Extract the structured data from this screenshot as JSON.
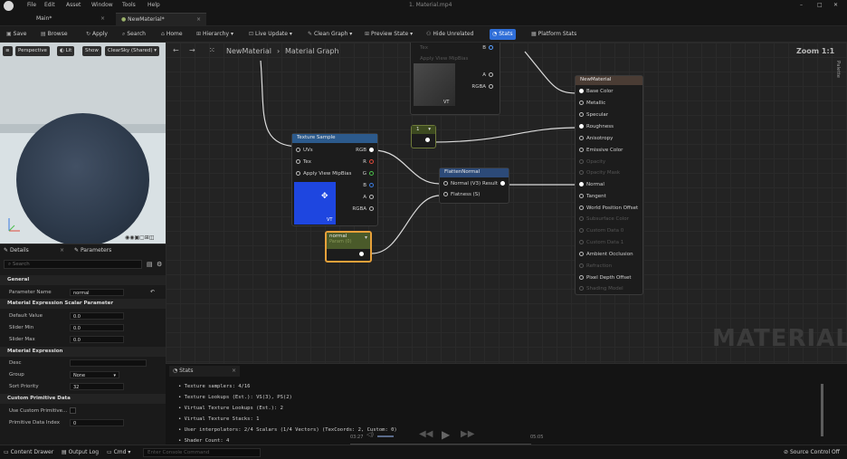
{
  "menubar": {
    "items": [
      "File",
      "Edit",
      "Asset",
      "Window",
      "Tools",
      "Help"
    ],
    "doc_title": "1. Material.mp4"
  },
  "tabs": [
    "Main*",
    "NewMaterial*"
  ],
  "toolbar": {
    "save": "Save",
    "browse": "Browse",
    "apply": "Apply",
    "search": "Search",
    "home": "Home",
    "hierarchy": "Hierarchy",
    "live_update": "Live Update",
    "clean_graph": "Clean Graph",
    "preview_state": "Preview State",
    "hide_unrelated": "Hide Unrelated",
    "stats": "Stats",
    "platform_stats": "Platform Stats"
  },
  "viewport": {
    "perspective": "Perspective",
    "lit": "Lit",
    "show": "Show",
    "sky": "ClearSky (Shared)"
  },
  "details": {
    "tab_details": "Details",
    "tab_parameters": "Parameters",
    "search_placeholder": "Search",
    "sections": {
      "general": "General",
      "scalar": "Material Expression Scalar Parameter",
      "expression": "Material Expression",
      "custom": "Custom Primitive Data"
    },
    "props": {
      "parameter_name": "Parameter Name",
      "parameter_name_value": "normal",
      "default_value": "Default Value",
      "default_value_value": "0.0",
      "slider_min": "Slider Min",
      "slider_min_value": "0.0",
      "slider_max": "Slider Max",
      "slider_max_value": "0.0",
      "desc": "Desc",
      "group": "Group",
      "group_value": "None",
      "sort_priority": "Sort Priority",
      "sort_priority_value": "32",
      "use_custom_primitive": "Use Custom Primitive...",
      "primitive_data_index": "Primitive Data Index",
      "primitive_data_index_value": "0"
    }
  },
  "graph": {
    "breadcrumb_root": "NewMaterial",
    "breadcrumb_leaf": "Material Graph",
    "zoom": "Zoom 1:1",
    "watermark": "MATERIAL",
    "palette": "Palette",
    "top_node": {
      "tex": "Tex",
      "apply_mip": "Apply View MipBias",
      "pins": [
        "B",
        "A",
        "RGBA"
      ],
      "badge": "VT"
    },
    "texture_sample": {
      "title": "Texture Sample",
      "inputs": [
        "UVs",
        "Tex",
        "Apply View MipBias"
      ],
      "outputs": [
        "RGB",
        "R",
        "G",
        "B",
        "A",
        "RGBA"
      ],
      "badge": "VT"
    },
    "constant_node": {
      "value": "1"
    },
    "flatten_normal": {
      "title": "FlattenNormal",
      "inputs": [
        "Normal (V3)",
        "Flatness (S)"
      ],
      "output": "Result"
    },
    "param_node": {
      "title": "normal",
      "subtitle": "Param (0)"
    },
    "result_node": {
      "title": "NewMaterial",
      "pins": [
        "Base Color",
        "Metallic",
        "Specular",
        "Roughness",
        "Anisotropy",
        "Emissive Color",
        "Opacity",
        "Opacity Mask",
        "Normal",
        "Tangent",
        "World Position Offset",
        "Subsurface Color",
        "Custom Data 0",
        "Custom Data 1",
        "Ambient Occlusion",
        "Refraction",
        "Pixel Depth Offset",
        "Shading Model"
      ]
    }
  },
  "stats": {
    "title": "Stats",
    "lines": [
      "Texture samplers: 4/16",
      "Texture Lookups (Est.): VS(3), PS(2)",
      "Virtual Texture Lookups (Est.): 2",
      "Virtual Texture Stacks: 1",
      "User interpolators: 2/4 Scalars (1/4 Vectors) (TexCoords: 2, Custom: 0)",
      "Shader Count: 4"
    ],
    "time_current": "03:27",
    "time_total": "05:05"
  },
  "statusbar": {
    "content_drawer": "Content Drawer",
    "output_log": "Output Log",
    "cmd": "Cmd",
    "console_placeholder": "Enter Console Command",
    "source_control": "Source Control Off"
  }
}
